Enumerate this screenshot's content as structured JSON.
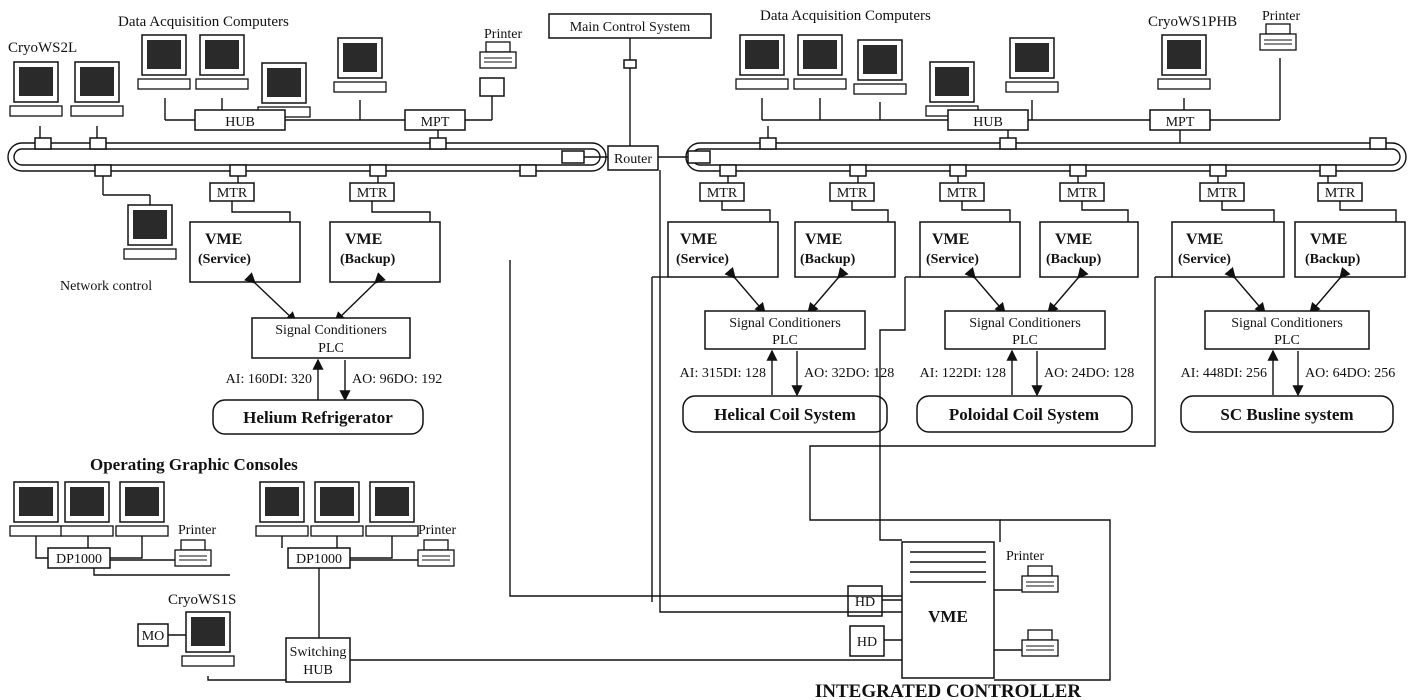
{
  "labels": {
    "main_control": "Main Control System",
    "router": "Router",
    "daq_left": "Data Acquisition Computers",
    "daq_right": "Data Acquisition Computers",
    "cryo_ws2l": "CryoWS2L",
    "cryo_ws1phb": "CryoWS1PHB",
    "cryo_ws1s": "CryoWS1S",
    "printer": "Printer",
    "hub": "HUB",
    "mpt": "MPT",
    "mtr": "MTR",
    "network_control": "Network control",
    "vme": "VME",
    "service": "(Service)",
    "backup": "(Backup)",
    "signal_conditioners": "Signal Conditioners",
    "plc": "PLC",
    "operating_consoles": "Operating Graphic Consoles",
    "dp1000": "DP1000",
    "switching": "Switching",
    "switching_hub": "HUB",
    "mo": "MO",
    "hd": "HD",
    "integrated_controller": "INTEGRATED CONTROLLER"
  },
  "subsystems": [
    {
      "name": "Helium Refrigerator",
      "ai": "AI: 160DI: 320",
      "ao": "AO: 96DO: 192"
    },
    {
      "name": "Helical Coil System",
      "ai": "AI: 315DI: 128",
      "ao": "AO: 32DO: 128"
    },
    {
      "name": "Poloidal Coil System",
      "ai": "AI: 122DI: 128",
      "ao": "AO: 24DO: 128"
    },
    {
      "name": "SC Busline system",
      "ai": "AI: 448DI: 256",
      "ao": "AO: 64DO: 256"
    }
  ]
}
